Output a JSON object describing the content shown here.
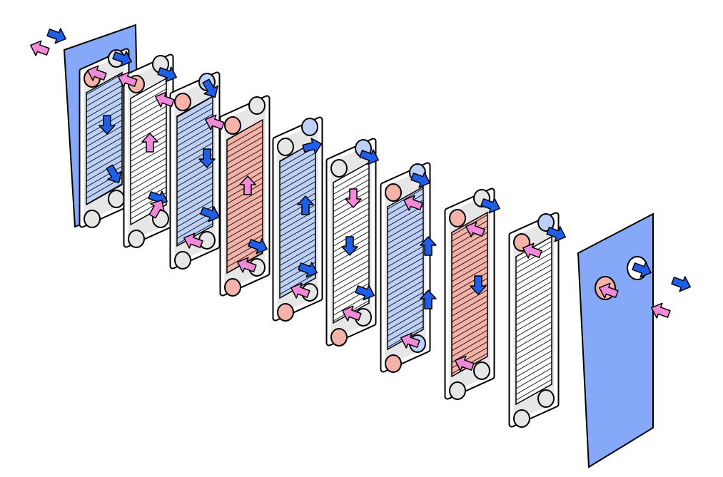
{
  "colors": {
    "frame": "#86a8f8",
    "cold_arrow": "#1f5fe8",
    "hot_arrow": "#f08ad8",
    "hot_tint": "#f5b2a8",
    "cold_tint": "#bcd0f8",
    "plate_gray": "#e6e6e6",
    "outline": "#000000"
  },
  "plates": [
    {
      "tint": "cold",
      "ports": [
        "hot",
        "gray",
        "gray",
        "gray"
      ]
    },
    {
      "tint": "none",
      "ports": [
        "hot",
        "gray",
        "gray",
        "gray"
      ]
    },
    {
      "tint": "cold",
      "ports": [
        "hot",
        "cold",
        "gray",
        "gray"
      ]
    },
    {
      "tint": "hot",
      "ports": [
        "hot",
        "gray",
        "hot",
        "gray"
      ]
    },
    {
      "tint": "cold",
      "ports": [
        "gray",
        "cold",
        "hot",
        "gray"
      ]
    },
    {
      "tint": "none",
      "ports": [
        "gray",
        "cold",
        "hot",
        "gray"
      ]
    },
    {
      "tint": "cold",
      "ports": [
        "hot",
        "cold",
        "hot",
        "cold"
      ]
    },
    {
      "tint": "hot",
      "ports": [
        "hot",
        "gray",
        "gray",
        "gray"
      ]
    },
    {
      "tint": "none",
      "ports": [
        "hot",
        "cold",
        "gray",
        "gray"
      ]
    }
  ]
}
